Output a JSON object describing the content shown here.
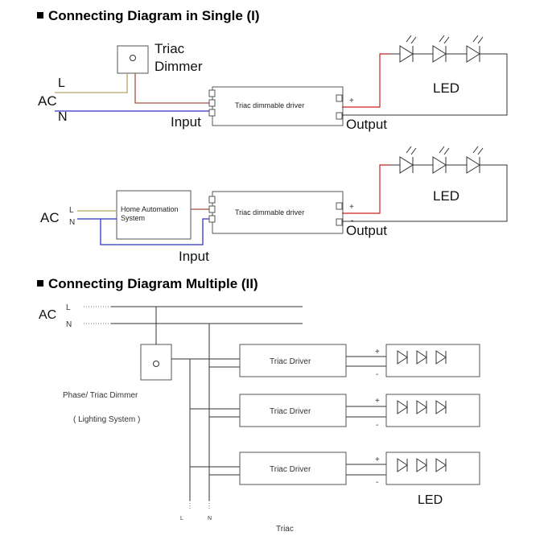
{
  "section1": {
    "title": "Connecting Diagram in Single (I)",
    "dimmer_label_1": "Triac",
    "dimmer_label_2": "Dimmer",
    "ac": "AC",
    "l": "L",
    "n": "N",
    "driver": "Triac dimmable driver",
    "input": "Input",
    "output": "Output",
    "led": "LED",
    "plus": "+",
    "minus": "-"
  },
  "section1b": {
    "ac": "AC",
    "l": "L",
    "n": "N",
    "automation_1": "Home Automation",
    "automation_2": "System",
    "driver": "Triac dimmable driver",
    "input": "Input",
    "output": "Output",
    "led": "LED",
    "plus": "+",
    "minus": "-"
  },
  "section2": {
    "title": "Connecting Diagram Multiple (II)",
    "ac": "AC",
    "l": "L",
    "n": "N",
    "dimmer_1": "Phase/ Triac Dimmer",
    "dimmer_2": "( Lighting System )",
    "drivers": [
      "Triac Driver",
      "Triac Driver",
      "Triac Driver"
    ],
    "plus": "+",
    "minus": "-",
    "led": "LED",
    "bottom_l": "L",
    "bottom_n": "N",
    "bottom_triac": "Triac"
  },
  "colors": {
    "live": "#b5a36a",
    "neutral": "#3232c8",
    "dimmer_out": "#a0523c",
    "positive": "#cc2222"
  }
}
